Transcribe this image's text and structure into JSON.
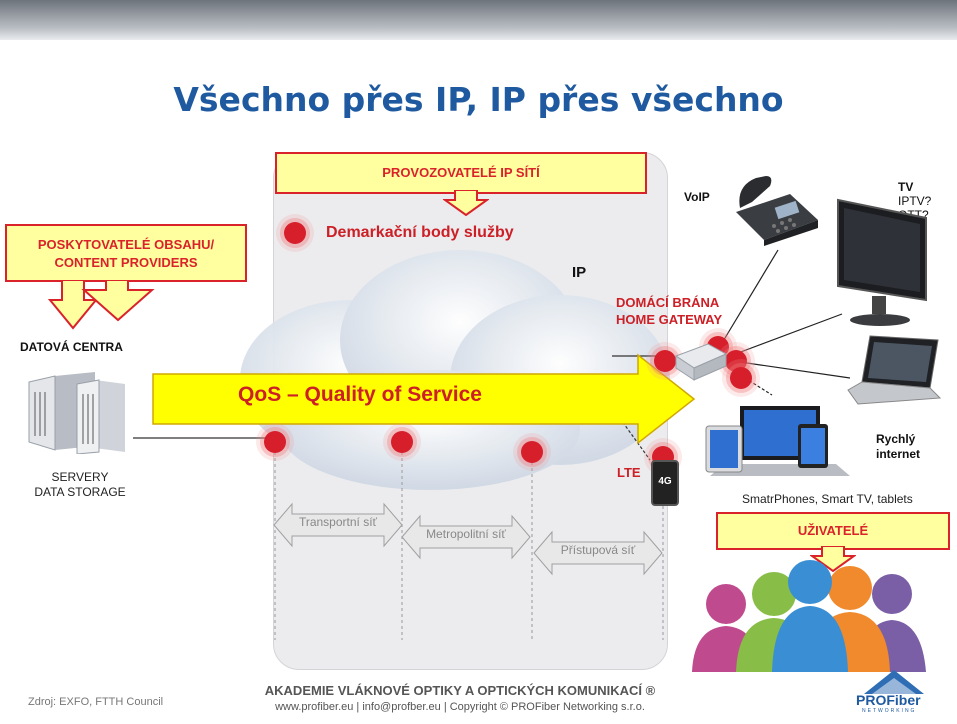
{
  "title": "Všechno přes IP, IP přes všechno",
  "operators_label": "PROVOZOVATELÉ IP SÍTÍ",
  "demarcation_label": "Demarkační body služby",
  "ip_label": "IP",
  "providers_label_1": "POSKYTOVATELÉ OBSAHU/",
  "providers_label_2": "CONTENT PROVIDERS",
  "datacenter_label": "DATOVÁ CENTRA",
  "servers_label_1": "SERVERY",
  "servers_label_2": "DATA STORAGE",
  "qos_label": "QoS – Quality of Service",
  "home_gateway_1": "DOMÁCÍ BRÁNA",
  "home_gateway_2": "HOME GATEWAY",
  "voip_label": "VoIP",
  "tv_label": "TV",
  "iptv_label": "IPTV?",
  "ott_label": "OTT?",
  "fast_internet_1": "Rychlý",
  "fast_internet_2": "internet",
  "devices_label": "SmatrPhones, Smart TV, tablets",
  "lte_label": "LTE",
  "phone_4g_label": "4G",
  "users_label": "UŽIVATELÉ",
  "segments": [
    "Transportní síť",
    "Metropolitní síť",
    "Přístupová síť"
  ],
  "source": "Zdroj:  EXFO, FTTH Council",
  "footer_title": "AKADEMIE VLÁKNOVÉ OPTIKY  A OPTICKÝCH KOMUNIKACÍ ®",
  "footer_contact": "www.profiber.eu  |  info@profber.eu  | Copyright © PROFiber Networking s.r.o.",
  "logo_text": "PROFiber",
  "logo_sub": "NETWORKING",
  "colors": {
    "title": "#1f5aa0",
    "callout_fill": "#ffffa0",
    "callout_border": "#d9222a",
    "dot": "#d71f2c",
    "arrow": "#ffff00"
  }
}
